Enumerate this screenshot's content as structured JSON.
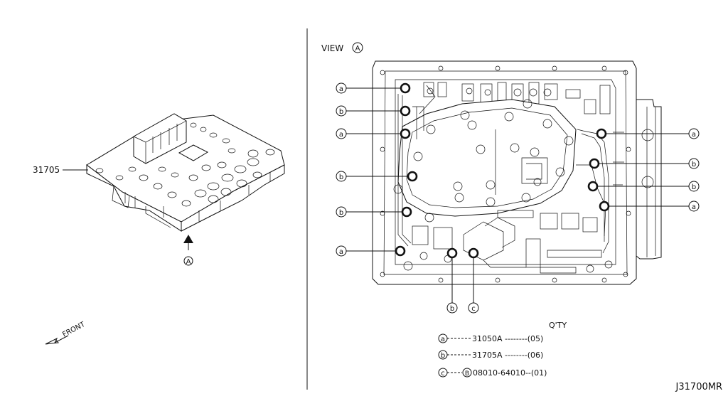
{
  "part_label": "31705",
  "view_marker": "A",
  "view_title": "VIEW",
  "front_label": "FRONT",
  "qty_header": "Q'TY",
  "diagram_code": "J31700MR",
  "legend": [
    {
      "key": "a",
      "line": "31050A --------(05)"
    },
    {
      "key": "b",
      "line": "31705A --------(06)"
    },
    {
      "key": "c",
      "line": "B",
      "part": "08010-64010--(01)"
    }
  ],
  "left_callouts": [
    "a",
    "b",
    "a",
    "b",
    "b",
    "a"
  ],
  "right_callouts": [
    "a",
    "b",
    "b",
    "a"
  ],
  "bottom_callouts": [
    "b",
    "c"
  ]
}
